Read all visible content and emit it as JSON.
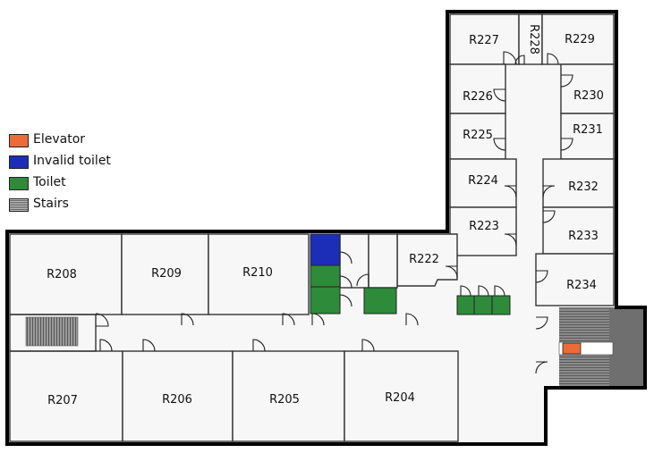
{
  "legend": {
    "items": [
      {
        "label": "Elevator",
        "color": "#ec6b3a"
      },
      {
        "label": "Invalid toilet",
        "color": "#1c2eb8"
      },
      {
        "label": "Toilet",
        "color": "#2e8b3a"
      },
      {
        "label": "Stairs",
        "color": "stairs-pattern"
      }
    ]
  },
  "rooms": {
    "r227": "R227",
    "r228": "R228",
    "r229": "R229",
    "r226": "R226",
    "r230": "R230",
    "r225": "R225",
    "r231": "R231",
    "r224": "R224",
    "r232": "R232",
    "r223": "R223",
    "r233": "R233",
    "r222": "R222",
    "r234": "R234",
    "r208": "R208",
    "r209": "R209",
    "r210": "R210",
    "r207": "R207",
    "r206": "R206",
    "r205": "R205",
    "r204": "R204"
  },
  "colors": {
    "wall": "#000000",
    "room_fill": "#f7f7f7",
    "elevator": "#ec6b3a",
    "invalid_toilet": "#1c2eb8",
    "toilet": "#2e8b3a",
    "stairs_dark": "#6f6f6f"
  }
}
